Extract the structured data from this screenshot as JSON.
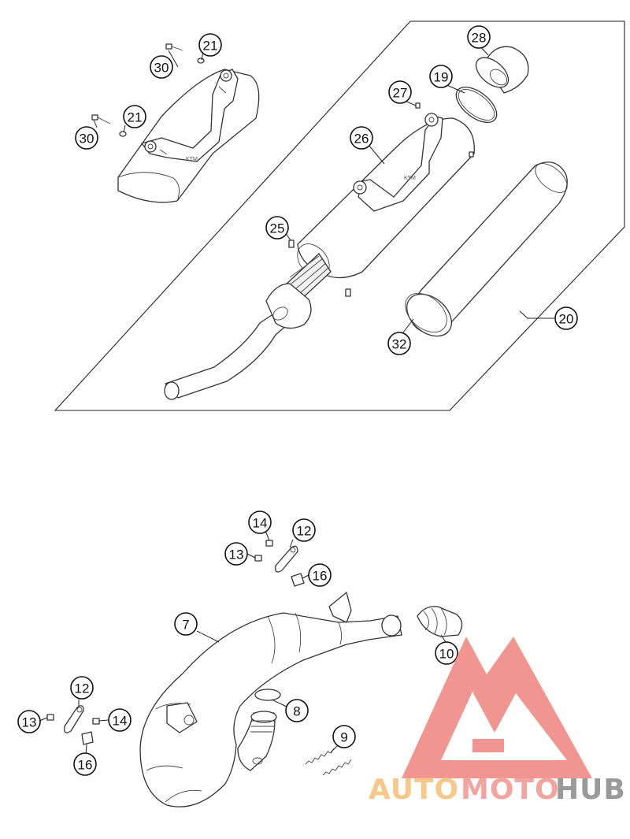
{
  "callouts": {
    "c30a": "30",
    "c21a": "21",
    "c21b": "21",
    "c30b": "30",
    "c28": "28",
    "c19": "19",
    "c27": "27",
    "c26": "26",
    "c25": "25",
    "c20": "20",
    "c32": "32",
    "c14a": "14",
    "c12a": "12",
    "c13a": "13",
    "c16a": "16",
    "c7": "7",
    "c10": "10",
    "c12b": "12",
    "c13b": "13",
    "c14b": "14",
    "c8": "8",
    "c9": "9",
    "c16b": "16"
  },
  "watermark": {
    "auto": "AUTO",
    "moto": "MOTO",
    "hub": "HUB",
    "colors": {
      "logo": "#f08a84",
      "auto": "#f6c98a",
      "moto": "#f3a49f",
      "hub": "#9a9a9a"
    }
  }
}
